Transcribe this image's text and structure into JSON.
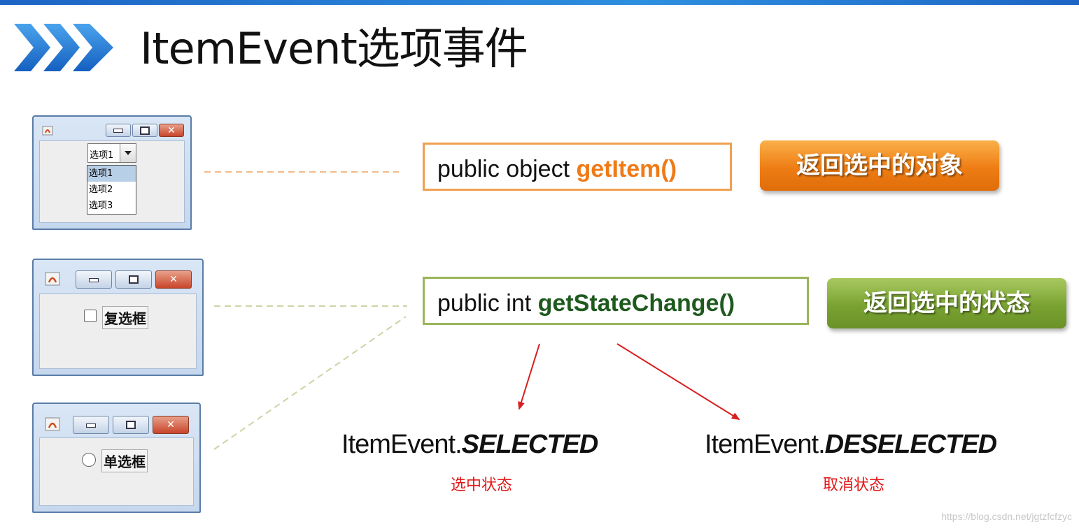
{
  "slide": {
    "title": "ItemEvent选项事件",
    "accent_color": "#1f6fc8"
  },
  "windows": [
    {
      "type": "combo-window",
      "combo_value": "选项1",
      "options": [
        "选项1",
        "选项2",
        "选项3"
      ],
      "selected_option_index": 0
    },
    {
      "type": "checkbox-window",
      "control_label": "复选框"
    },
    {
      "type": "radio-window",
      "control_label": "单选框"
    }
  ],
  "methods": [
    {
      "prefix": "public object ",
      "name": "getItem()",
      "description": "返回选中的对象",
      "color": "#ef7a16"
    },
    {
      "prefix": "public int ",
      "name": "getStateChange()",
      "description": "返回选中的状态",
      "color": "#78a030"
    }
  ],
  "states": [
    {
      "class_prefix": "ItemEvent.",
      "constant": "SELECTED",
      "caption": "选中状态"
    },
    {
      "class_prefix": "ItemEvent.",
      "constant": "DESELECTED",
      "caption": "取消状态"
    }
  ],
  "watermark": "https://blog.csdn.net/jgtzfcfzyc"
}
